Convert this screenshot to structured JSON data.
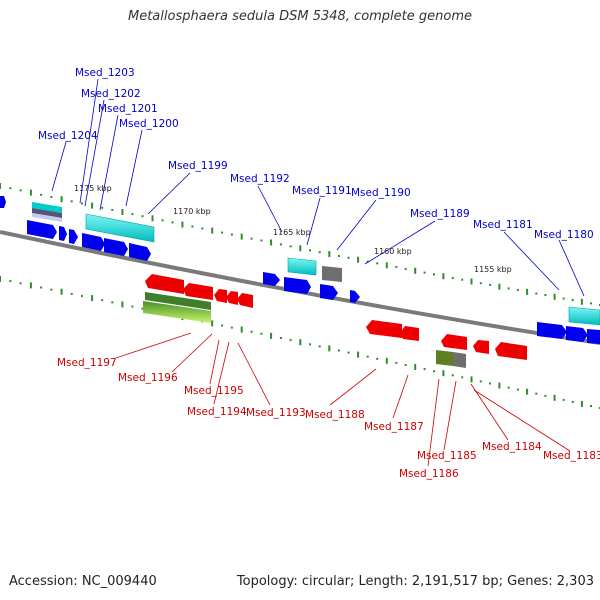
{
  "title": "Metallosphaera sedula DSM 5348, complete genome",
  "footer": {
    "accession": "Accession: NC_009440",
    "stats": "Topology: circular; Length: 2,191,517 bp; Genes: 2,303"
  },
  "colors": {
    "forward_label": "#0000cc",
    "reverse_label": "#cc0000",
    "backbone": "#7a7a7a",
    "forward_gene": "#0000ee",
    "reverse_gene": "#ee0000",
    "rna_cyan": "#00cccc",
    "dotted_ring": "#2e8b2e",
    "pseudo_gray": "#666666",
    "olive": "#6b8e23",
    "lime": "#9acd32"
  },
  "ticks": [
    "1175 kbp",
    "1170 kbp",
    "1165 kbp",
    "1160 kbp",
    "1155 kbp"
  ],
  "forward_labels": [
    "Msed_1203",
    "Msed_1202",
    "Msed_1201",
    "Msed_1200",
    "Msed_1204",
    "Msed_1199",
    "Msed_1192",
    "Msed_1191",
    "Msed_1190",
    "Msed_1189",
    "Msed_1181",
    "Msed_1180"
  ],
  "reverse_labels": [
    "Msed_1197",
    "Msed_1196",
    "Msed_1195",
    "Msed_1194",
    "Msed_1193",
    "Msed_1188",
    "Msed_1187",
    "Msed_1185",
    "Msed_1186",
    "Msed_1184",
    "Msed_1183"
  ]
}
